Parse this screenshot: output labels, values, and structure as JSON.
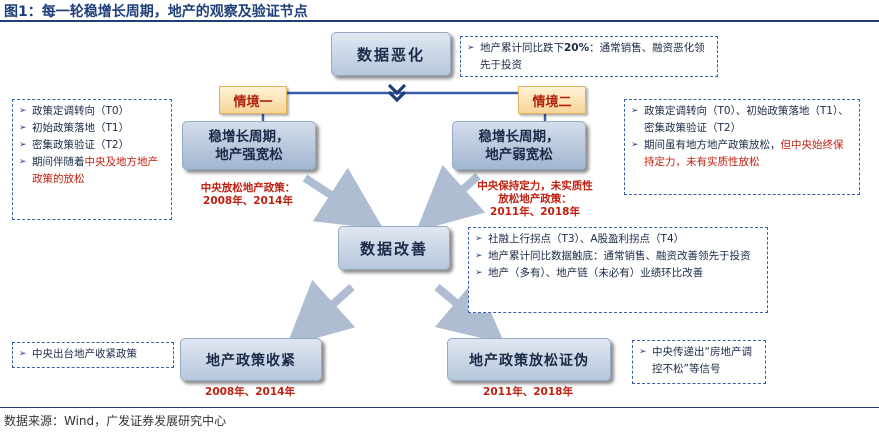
{
  "header": {
    "title": "图1：每一轮稳增长周期，地产的观察及验证节点"
  },
  "nodes": {
    "data_worsen": "数据恶化",
    "scenario1": "情境一",
    "scenario2": "情境二",
    "cycle_strong": [
      "稳增长周期，",
      "地产强宽松"
    ],
    "cycle_weak": [
      "稳增长周期，",
      "地产弱宽松"
    ],
    "data_improve": "数据改善",
    "policy_tighten": "地产政策收紧",
    "policy_verify": "地产政策放松证伪"
  },
  "notes": {
    "top_right": {
      "prefix": "地产累计同比跌下",
      "pct": "20%",
      "rest": "：通常销售、融资恶化领先于投资"
    },
    "left": {
      "items": [
        "政策定调转向（T0）",
        "初始政策落地（T1）",
        "密集政策验证（T2）"
      ],
      "last_plain": "期间伴随着",
      "last_red": "中央及地方地产政策的放松"
    },
    "right": {
      "item1": "政策定调转向（T0）、初始政策落地（T1）、密集政策验证（T2）",
      "item2_plain": "期间虽有地方地产政策放松，",
      "item2_red": "但中央始终保持定力，未有实质性放松"
    },
    "middle": {
      "items": [
        "社融上行拐点（T3）、A股盈利拐点（T4）",
        "地产累计同比数据触底：通常销售、融资改善领先于投资",
        "地产（多有）、地产链（未必有）业绩环比改善"
      ]
    },
    "bottom_left": "中央出台地产收紧政策",
    "bottom_right": "中央传递出“房地产调控不松”等信号"
  },
  "captions": {
    "strong": [
      "中央放松地产政策：",
      "2008年、2014年"
    ],
    "weak": [
      "中央保持定力，未实质性",
      "放松地产政策：",
      "2011年、2018年"
    ],
    "tighten": "2008年、2014年",
    "verify": "2011年、2018年"
  },
  "footer": {
    "source": "数据来源：Wind，广发证券发展研究中心"
  },
  "colors": {
    "accent": "#1f3f7a",
    "highlight": "#c01f0f",
    "box": "#b7c7dc",
    "tag": "#f6d597"
  }
}
